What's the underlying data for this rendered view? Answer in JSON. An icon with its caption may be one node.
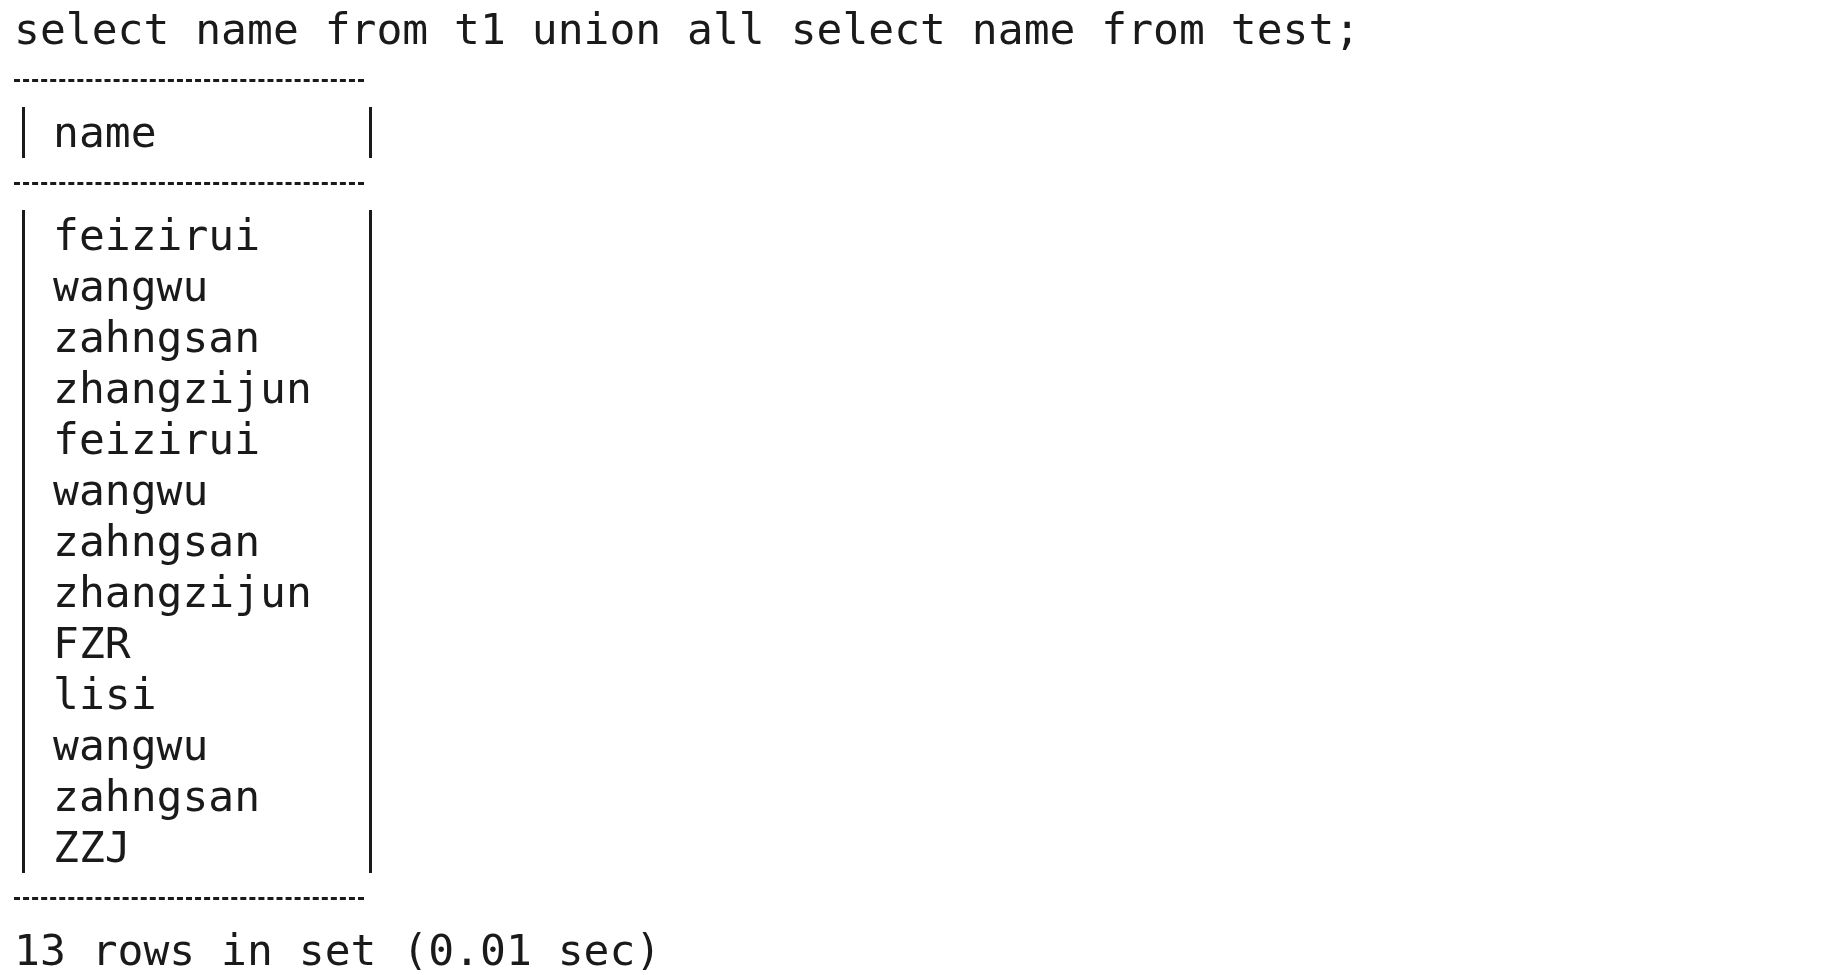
{
  "diagram": {
    "labels": [
      "select name from t1 union all select name from test;",
      "name",
      "feizirui",
      "wangwu",
      "zahngsan",
      "zhangzijun",
      "feizirui",
      "wangwu",
      "zahngsan",
      "zhangzijun",
      "FZR",
      "lisi",
      "wangwu",
      "zahngsan",
      "ZZJ",
      "13 rows in set (0.01 sec)"
    ]
  }
}
